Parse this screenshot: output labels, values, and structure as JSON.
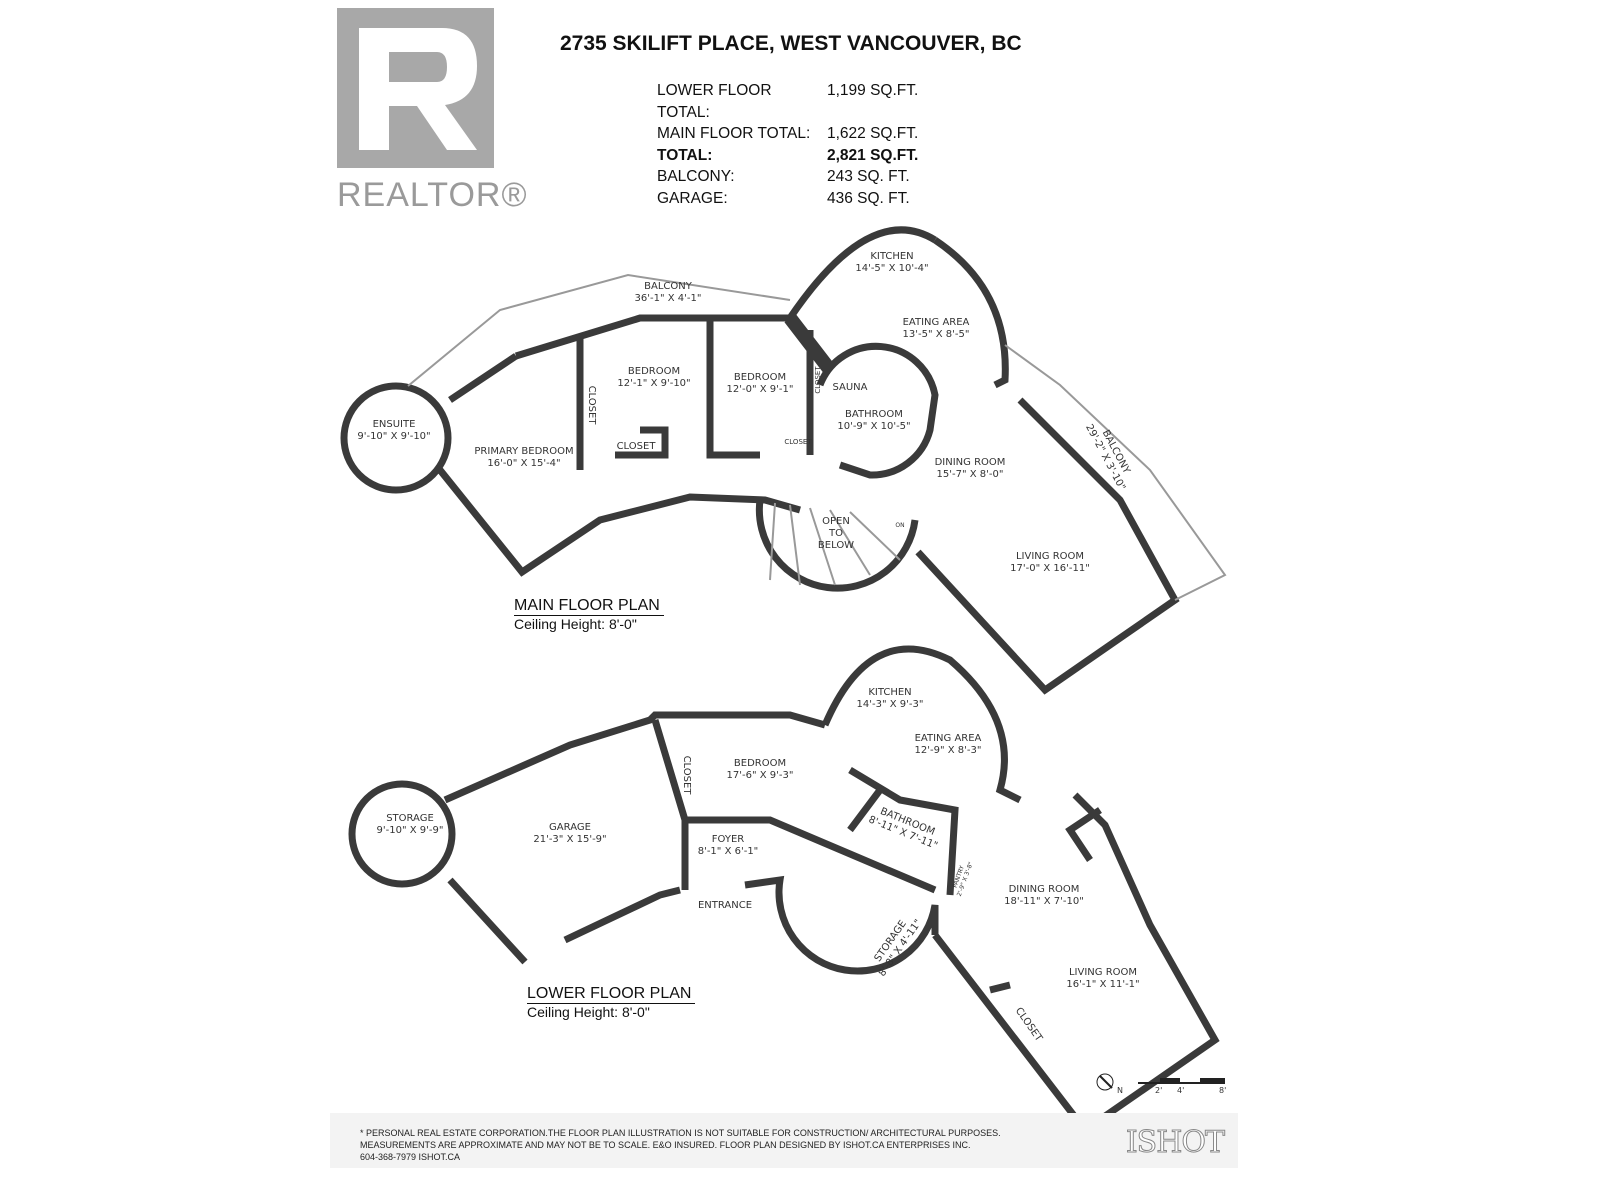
{
  "header": {
    "address": "2735 SKILIFT PLACE, WEST VANCOUVER, BC",
    "areas": [
      {
        "label": "LOWER FLOOR TOTAL:",
        "value": "1,199 SQ.FT."
      },
      {
        "label": "MAIN FLOOR TOTAL:",
        "value": "1,622 SQ.FT."
      },
      {
        "label": "TOTAL:",
        "value": "2,821 SQ.FT."
      },
      {
        "label": "BALCONY:",
        "value": "243 SQ. FT."
      },
      {
        "label": "GARAGE:",
        "value": "436 SQ. FT."
      }
    ]
  },
  "logo": {
    "text": "REALTOR®"
  },
  "main_floor": {
    "title": "MAIN FLOOR PLAN",
    "ceiling": "Ceiling Height: 8'-0\"",
    "rooms": [
      {
        "name": "KITCHEN",
        "dims": "14'-5\" X 10'-4\""
      },
      {
        "name": "BALCONY",
        "dims": "36'-1\" X 4'-1\""
      },
      {
        "name": "EATING AREA",
        "dims": "13'-5\" X 8'-5\""
      },
      {
        "name": "BEDROOM",
        "dims": "12'-1\" X 9'-10\""
      },
      {
        "name": "BEDROOM",
        "dims": "12'-0\" X 9'-1\""
      },
      {
        "name": "SAUNA",
        "dims": ""
      },
      {
        "name": "ENSUITE",
        "dims": "9'-10\" X 9'-10\""
      },
      {
        "name": "BATHROOM",
        "dims": "10'-9\" X 10'-5\""
      },
      {
        "name": "BALCONY",
        "dims": "29'-2\" X 3'-10\""
      },
      {
        "name": "PRIMARY BEDROOM",
        "dims": "16'-0\" X 15'-4\""
      },
      {
        "name": "DINING ROOM",
        "dims": "15'-7\" X 8'-0\""
      },
      {
        "name": "LIVING ROOM",
        "dims": "17'-0\" X 16'-11\""
      }
    ],
    "closets": [
      "CLOSET",
      "CLOSET",
      "CLOSET",
      "CLOSET"
    ],
    "open_to_below": "OPEN TO BELOW",
    "stair_on": "ON"
  },
  "lower_floor": {
    "title": "LOWER FLOOR PLAN",
    "ceiling": "Ceiling Height: 8'-0\"",
    "rooms": [
      {
        "name": "KITCHEN",
        "dims": "14'-3\" X 9'-3\""
      },
      {
        "name": "EATING AREA",
        "dims": "12'-9\" X 8'-3\""
      },
      {
        "name": "BEDROOM",
        "dims": "17'-6\" X 9'-3\""
      },
      {
        "name": "STORAGE",
        "dims": "9'-10\" X 9'-9\""
      },
      {
        "name": "GARAGE",
        "dims": "21'-3\" X 15'-9\""
      },
      {
        "name": "BATHROOM",
        "dims": "8'-11\" X 7'-11\""
      },
      {
        "name": "FOYER",
        "dims": "8'-1\" X 6'-1\""
      },
      {
        "name": "PANTRY",
        "dims": "2'-9\" X 3'-8\""
      },
      {
        "name": "DINING ROOM",
        "dims": "18'-11\" X 7'-10\""
      },
      {
        "name": "STORAGE",
        "dims": "8'-8\" X 4'-11\""
      },
      {
        "name": "LIVING ROOM",
        "dims": "16'-1\" X 11'-1\""
      }
    ],
    "closets": [
      "CLOSET",
      "CLOSET"
    ],
    "entrance": "ENTRANCE"
  },
  "scale": {
    "north": "N",
    "ticks": [
      "2'",
      "4'",
      "8'"
    ]
  },
  "footer": {
    "disclaimer": [
      "* PERSONAL REAL ESTATE CORPORATION.THE FLOOR PLAN ILLUSTRATION IS NOT SUITABLE FOR CONSTRUCTION/ ARCHITECTURAL PURPOSES.",
      "MEASUREMENTS ARE APPROXIMATE AND MAY NOT BE TO SCALE. E&O INSURED. FLOOR PLAN DESIGNED BY ISHOT.CA ENTERPRISES INC.",
      "604-368-7979  ISHOT.CA"
    ],
    "brand": "ISHOT"
  }
}
